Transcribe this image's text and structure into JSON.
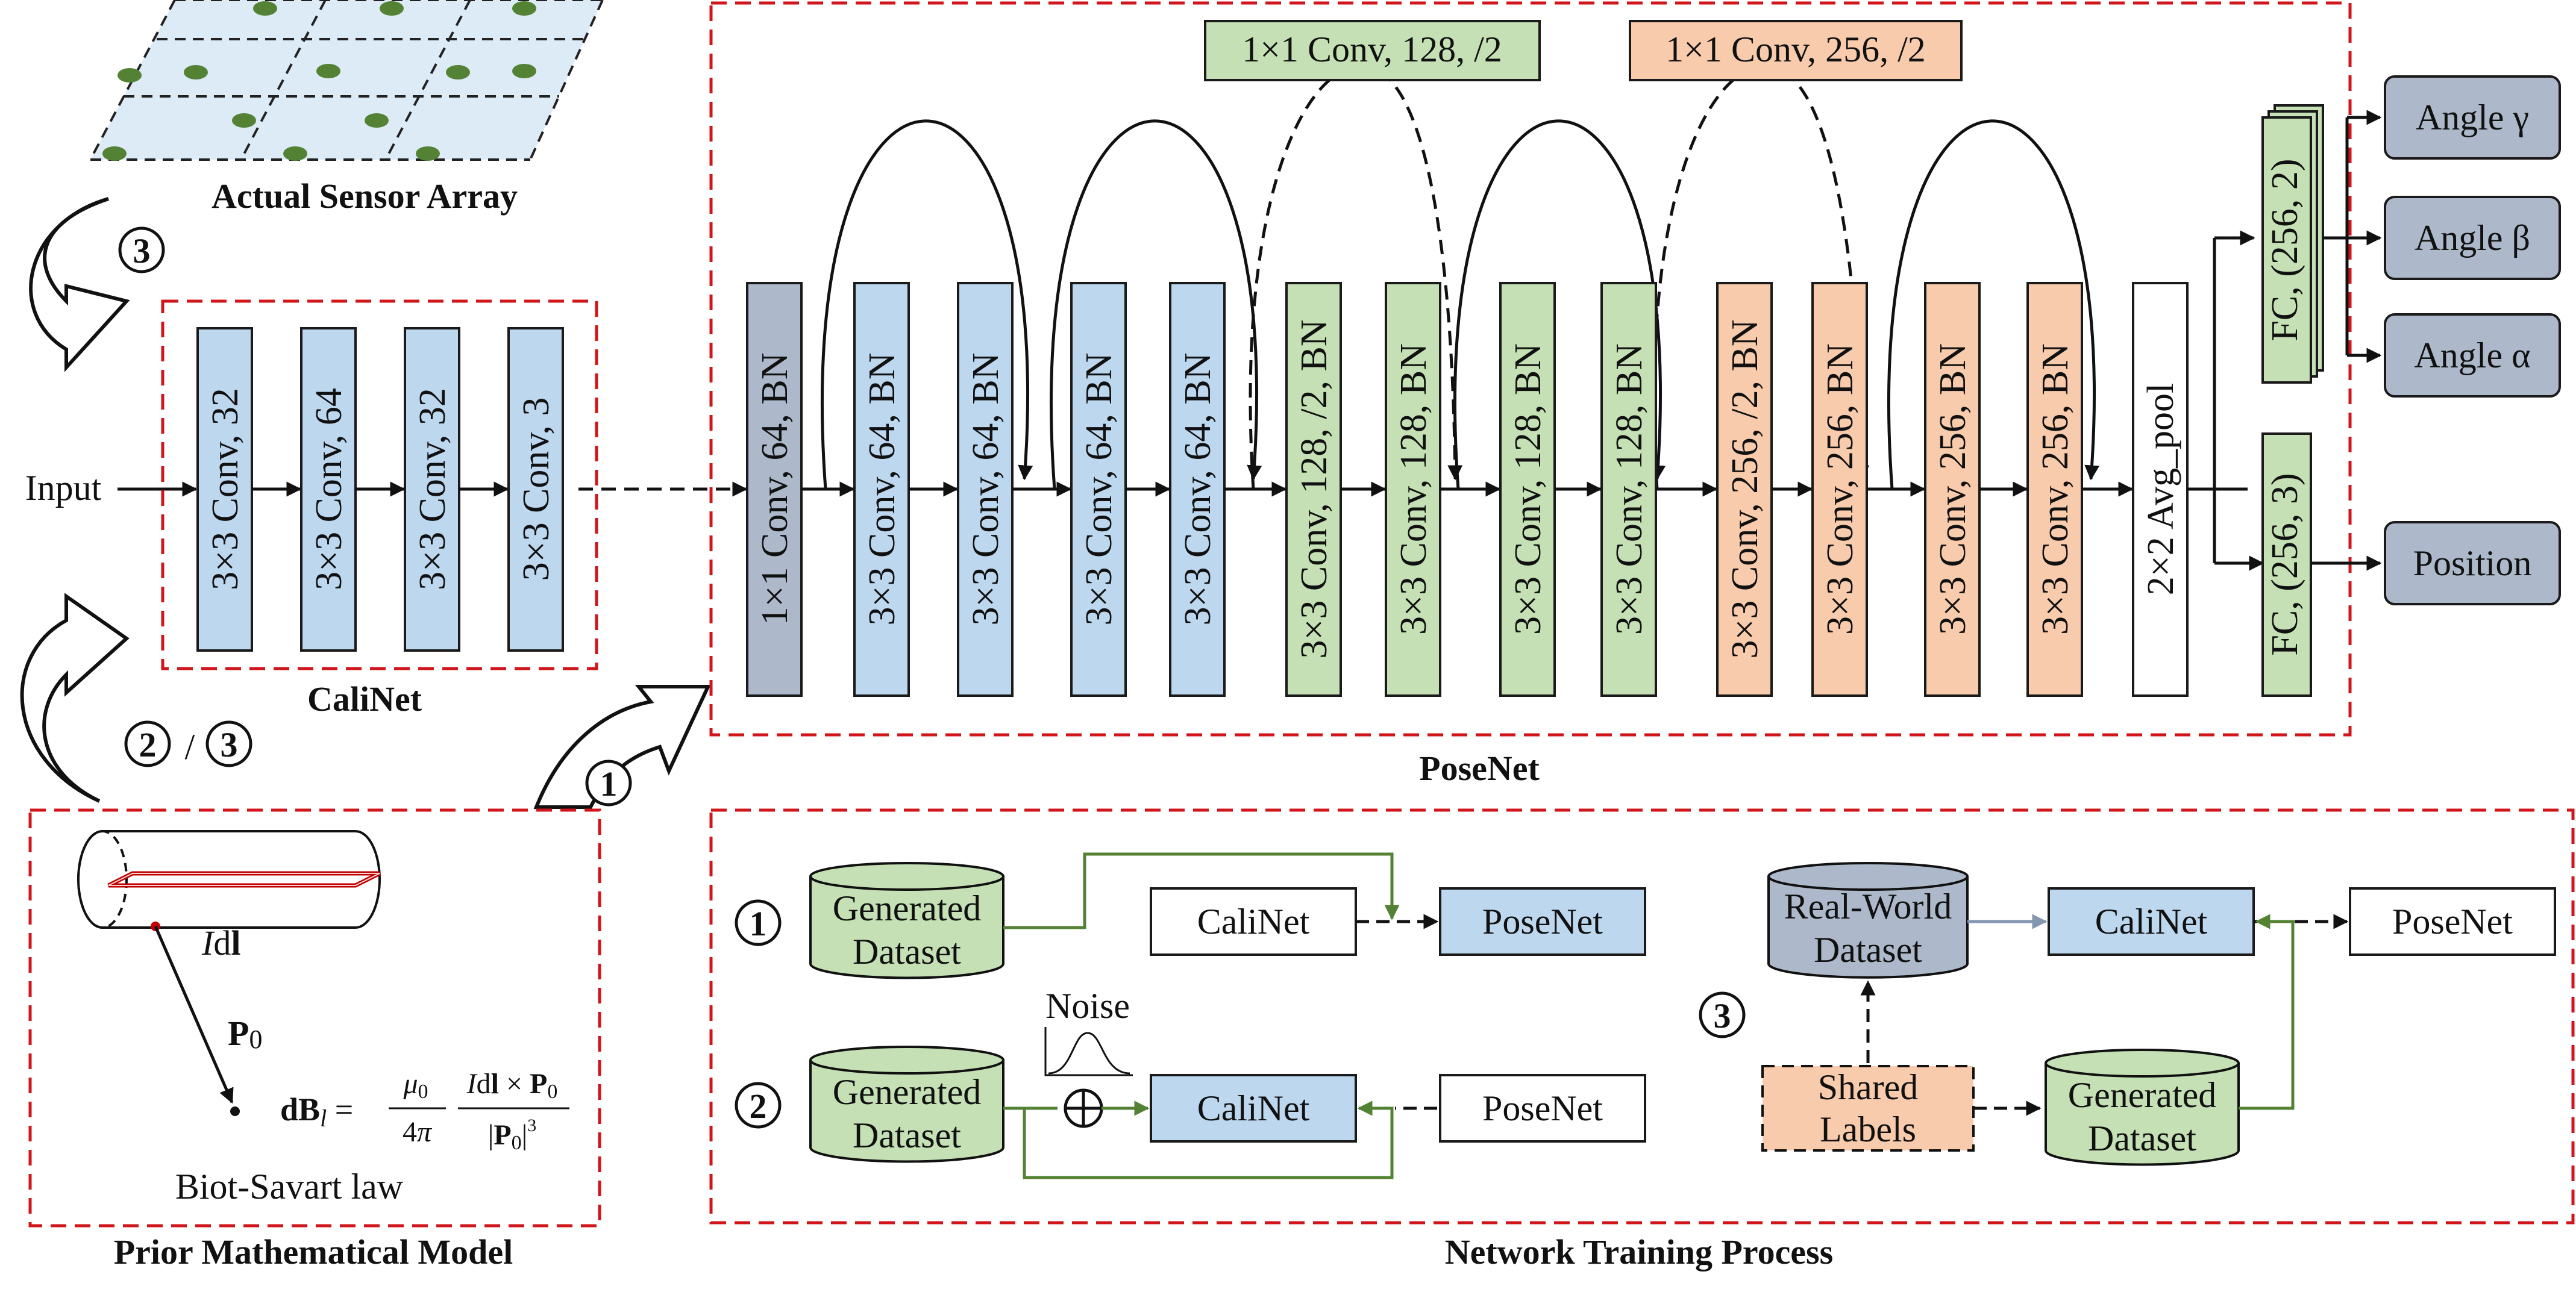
{
  "colors": {
    "blue": "#bdd7ee",
    "green": "#c5e0b4",
    "orange": "#f8cbad",
    "gray": "#adb9ca",
    "red_dash": "#d0161b",
    "green_line": "#548235"
  },
  "sections": {
    "sensor_array": "Actual Sensor Array",
    "calinet": "CaliNet",
    "posenet": "PoseNet",
    "prior_model": "Prior Mathematical Model",
    "training": "Network Training Process"
  },
  "steps": {
    "step3_top": "3",
    "step2": "2",
    "slash": "/",
    "step3_mid": "3",
    "step1": "1"
  },
  "input_label": "Input",
  "calinet_layers": [
    "3×3 Conv, 32",
    "3×3 Conv, 64",
    "3×3 Conv, 32",
    "3×3 Conv, 3"
  ],
  "posenet_layers": [
    "1×1 Conv, 64, BN",
    "3×3 Conv, 64, BN",
    "3×3 Conv, 64, BN",
    "3×3 Conv, 64, BN",
    "3×3 Conv, 64, BN",
    "3×3 Conv, 128, /2, BN",
    "3×3 Conv, 128, BN",
    "3×3 Conv, 128, BN",
    "3×3 Conv, 128, BN",
    "3×3 Conv, 256, /2, BN",
    "3×3 Conv, 256, BN",
    "3×3 Conv, 256, BN",
    "3×3 Conv, 256, BN",
    "2×2 Avg_pool"
  ],
  "shortcut_labels": [
    "1×1 Conv, 128, /2",
    "1×1 Conv, 256, /2"
  ],
  "fc_layers": [
    "FC, (256, 2)",
    "FC, (256, 3)"
  ],
  "outputs": [
    "Angle γ",
    "Angle β",
    "Angle α",
    "Position"
  ],
  "prior_model": {
    "current": "Idl",
    "position_vector": "P0",
    "formula_lhs": "dBl =",
    "formula_coef": "μ0",
    "formula_den": "4π",
    "formula_num": "Idl × P0",
    "formula_den2": "|P0|³",
    "law_caption": "Biot-Savart law"
  },
  "training": {
    "row1": {
      "num": "1",
      "dataset": [
        "Generated",
        "Dataset"
      ],
      "calinet": "CaliNet",
      "posenet": "PoseNet"
    },
    "row2": {
      "num": "2",
      "dataset": [
        "Generated",
        "Dataset"
      ],
      "noise": "Noise",
      "calinet": "CaliNet",
      "posenet": "PoseNet"
    },
    "row3": {
      "num": "3",
      "realworld": [
        "Real-World",
        "Dataset"
      ],
      "calinet": "CaliNet",
      "posenet": "PoseNet",
      "shared": [
        "Shared",
        "Labels"
      ],
      "generated": [
        "Generated",
        "Dataset"
      ]
    }
  }
}
